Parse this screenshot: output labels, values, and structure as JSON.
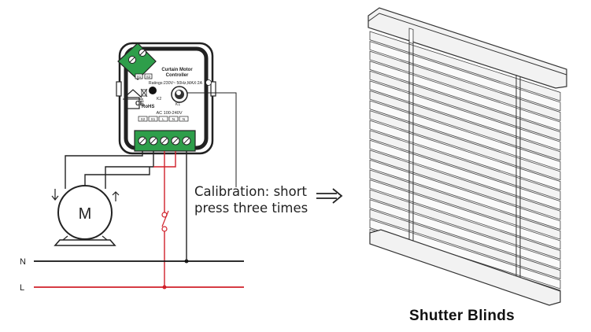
{
  "controller": {
    "title_line1": "Curtain Motor",
    "title_line2": "Controller",
    "ratings": "Ratings:230V~ 50Hz,MAX:2A",
    "k2_label": "K2",
    "k1_label": "K1",
    "rohs": "RoHS",
    "ce": "CE",
    "ac_label": "AC 100-240V",
    "terminal_labels": [
      "S2",
      "S1",
      "L",
      "N",
      "N"
    ],
    "top_terminal_labels": [
      "S1",
      "S2"
    ]
  },
  "motor": {
    "label": "M"
  },
  "lines": {
    "n_label": "N",
    "l_label": "L",
    "n_color": "#111111",
    "l_color": "#d0202a"
  },
  "callout": {
    "line1": "Calibration: short",
    "line2": "press three times"
  },
  "blinds": {
    "caption": "Shutter Blinds",
    "slat_count": 21
  },
  "colors": {
    "terminal_green": "#2e9e4a",
    "outline": "#222222",
    "wire_red": "#d0202a"
  }
}
